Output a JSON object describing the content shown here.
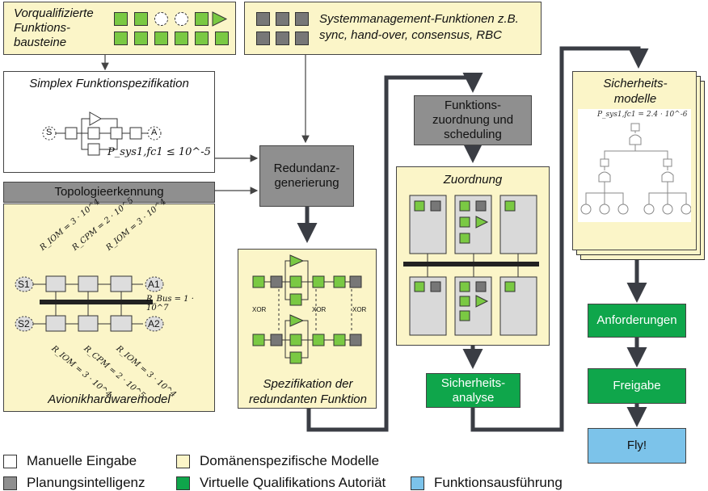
{
  "boxes": {
    "vorqualifiziert": "Vorqualifizierte Funktions-bausteine",
    "systemmanagement": "Systemmanagement-Funktionen z.B. sync, hand-over, consensus, RBC",
    "simplex": "Simplex Funktionspezifikation",
    "simplex_formula": "P_sys1,fc1 ≤ 10^-5",
    "topologie": "Topologieerkennung",
    "avionik": "Avionikhardwaremodel",
    "redundanz": "Redundanz-generierung",
    "spezifikation": "Spezifikation der redundanten Funktion",
    "funktionszuordnung": "Funktions-zuordnung und scheduling",
    "zuordnung": "Zuordnung",
    "sicherheitsanalyse": "Sicherheits-analyse",
    "sicherheitsmodelle": "Sicherheits-modelle",
    "sicherheit_formula": "P_sys1,fc1 = 2.4 · 10^-6",
    "anforderungen": "Anforderungen",
    "freigabe": "Freigabe",
    "fly": "Fly!"
  },
  "avionik_labels": {
    "s1": "S1",
    "s2": "S2",
    "a1": "A1",
    "a2": "A2",
    "r_iom_top_left": "R_IOM = 3 · 10^4",
    "r_cpm_top": "R_CPM = 2 · 10^5",
    "r_iom_top_right": "R_IOM = 3 · 10^4",
    "r_bus": "R_Bus = 1 · 10^7",
    "r_iom_bottom_left": "R_IOM = 3 · 10^4",
    "r_cpm_bottom": "R_CPM = 2 · 10^5",
    "r_iom_bottom_right": "R_IOM = 3 · 10^4"
  },
  "simplex_labels": {
    "s": "S",
    "a": "A"
  },
  "xor_label": "XOR",
  "legend": [
    {
      "label": "Manuelle Eingabe",
      "color": "#ffffff"
    },
    {
      "label": "Domänenspezifische Modelle",
      "color": "#fbf5c8"
    },
    {
      "label": "Planungsintelligenz",
      "color": "#8f8f8f"
    },
    {
      "label": "Virtuelle Qualifikations Autoriät",
      "color": "#0fa64b"
    },
    {
      "label": "Funktionsausführung",
      "color": "#7cc3ea"
    }
  ]
}
